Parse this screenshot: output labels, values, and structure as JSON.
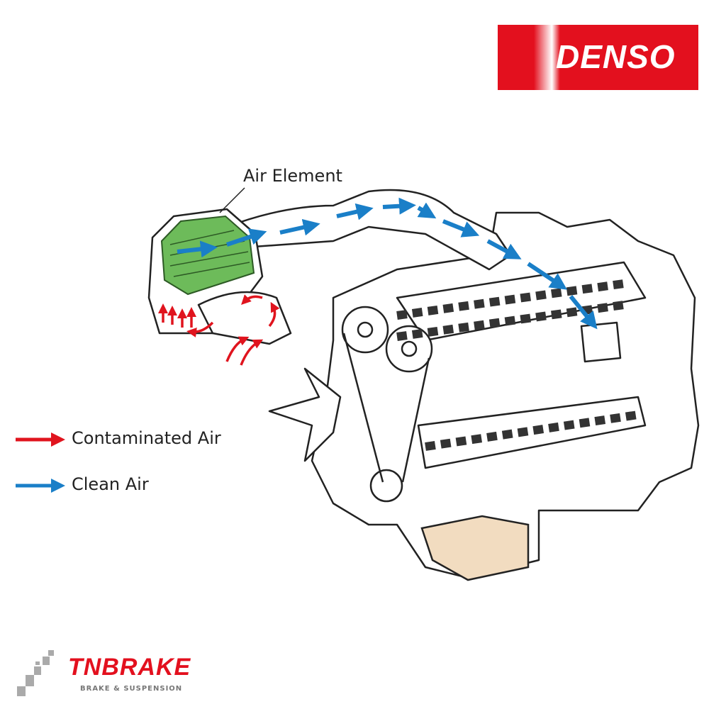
{
  "logos": {
    "denso": "DENSO",
    "tnbrake": "TNBRAKE",
    "tnbrake_tagline": "BRAKE & SUSPENSION"
  },
  "diagram": {
    "label_air_element": "Air Element"
  },
  "legend": [
    {
      "label": "Contaminated Air",
      "color": "#e0141e",
      "icon": "red-arrow-icon"
    },
    {
      "label": "Clean Air",
      "color": "#1a7fc8",
      "icon": "blue-arrow-icon"
    }
  ],
  "colors": {
    "filter": "#6dbb5a",
    "oil_pan": "#f2dcc0",
    "brand_red": "#e3101e"
  }
}
